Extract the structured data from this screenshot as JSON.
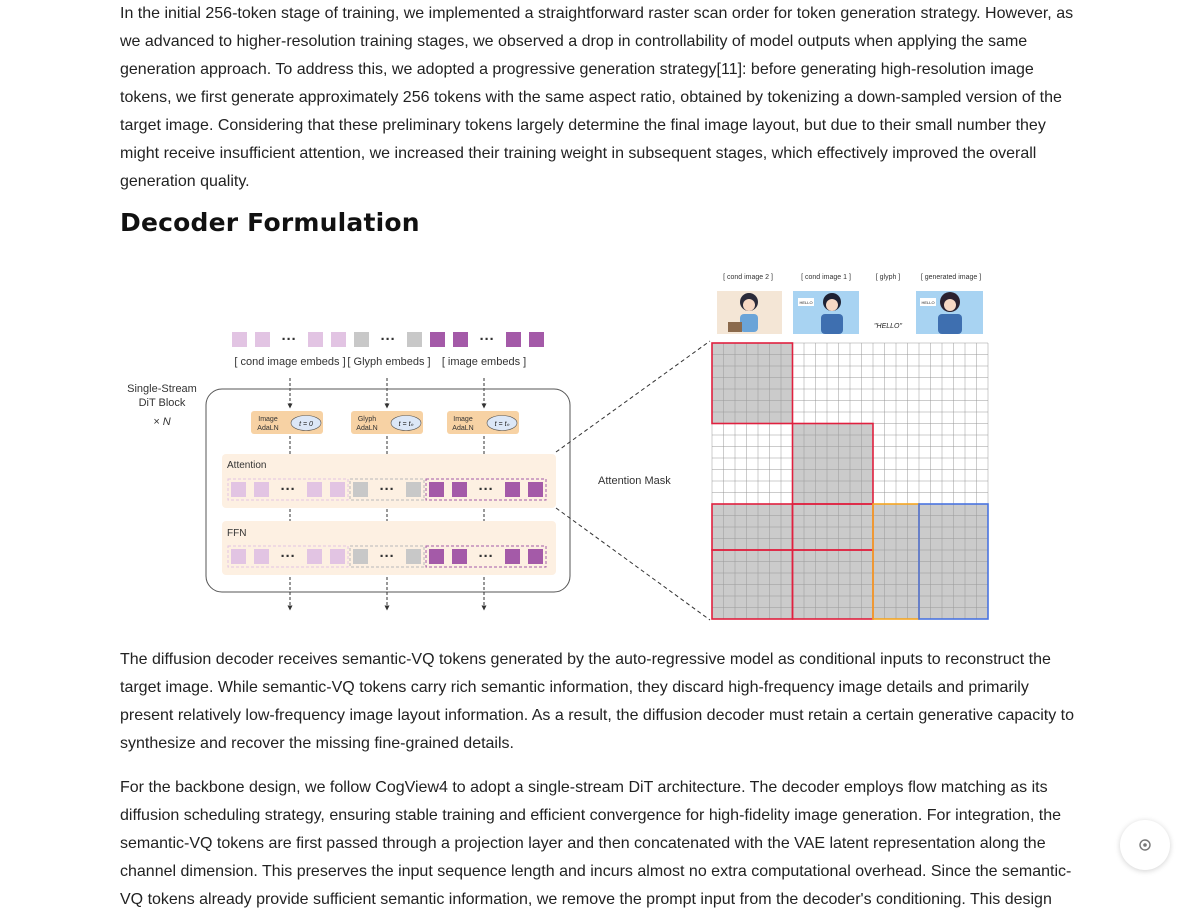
{
  "article": {
    "para1": "In the initial 256-token stage of training, we implemented a straightforward raster scan order for token generation strategy. However, as we advanced to higher-resolution training stages, we observed a drop in controllability of model outputs when applying the same generation approach. To address this, we adopted a progressive generation strategy[11]: before generating high-resolution image tokens, we first generate approximately 256 tokens with the same aspect ratio, obtained by tokenizing a down-sampled version of the target image. Considering that these preliminary tokens largely determine the final image layout, but due to their small number they might receive insufficient attention, we increased their training weight in subsequent stages, which effectively improved the overall generation quality.",
    "heading": "Decoder Formulation",
    "para2": "The diffusion decoder receives semantic-VQ tokens generated by the auto-regressive model as conditional inputs to reconstruct the target image. While semantic-VQ tokens carry rich semantic information, they discard high-frequency image details and primarily present relatively low-frequency image layout information. As a result, the diffusion decoder must retain a certain generative capacity to synthesize and recover the missing fine-grained details.",
    "para3": "For the backbone design, we follow CogView4 to adopt a single-stream DiT architecture. The decoder employs flow matching as its diffusion scheduling strategy, ensuring stable training and efficient convergence for high-fidelity image generation. For integration, the semantic-VQ tokens are first passed through a projection layer and then concatenated with the VAE latent representation along the channel dimension. This preserves the input sequence length and incurs almost no extra computational overhead. Since the semantic-VQ tokens already provide sufficient semantic information, we remove the prompt input from the decoder's conditioning. This design"
  },
  "diagram": {
    "block_label_1": "Single-Stream",
    "block_label_2": "DiT Block",
    "block_label_3": "× N",
    "embed_labels": [
      "[ cond image embeds ]",
      "[ Glyph embeds ]",
      "[ image embeds ]"
    ],
    "adaln": [
      {
        "line1": "Image",
        "line2": "AdaLN",
        "t": "t = 0"
      },
      {
        "line1": "Glyph",
        "line2": "AdaLN",
        "t": "t = tₙ"
      },
      {
        "line1": "Image",
        "line2": "AdaLN",
        "t": "t = tₙ"
      }
    ],
    "attention_label": "Attention",
    "ffn_label": "FFN",
    "mask_label": "Attention Mask",
    "col_labels": [
      "[ cond image 2 ]",
      "[ cond image 1 ]",
      "[ glyph ]",
      "[ generated image ]"
    ],
    "glyph_text": "\"HELLO\"",
    "hello_text": "HELLO",
    "colors": {
      "cond": "#e2c4e3",
      "glyph": "#c8c8c8",
      "image": "#a45aa8",
      "red": "#e0203f",
      "orange": "#f5a623",
      "blue": "#4a74e0",
      "mask_fill": "#cbcbcb",
      "adaln_box": "#f7d2a4",
      "row_bg": "#fdf0e2"
    }
  },
  "fab": {
    "icon": "settings-icon"
  }
}
